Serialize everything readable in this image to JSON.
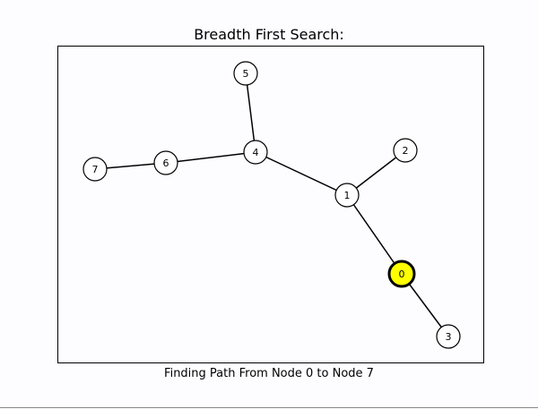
{
  "title": "Breadth First Search:",
  "caption": "Finding Path From Node 0 to Node 7",
  "colors": {
    "background": "#fdfcfe",
    "node_fill": "#ffffff",
    "node_stroke": "#000000",
    "highlight_fill": "#ffff00",
    "edge": "#000000"
  },
  "graph": {
    "nodes": [
      {
        "id": "0",
        "label": "0",
        "highlighted": true
      },
      {
        "id": "1",
        "label": "1",
        "highlighted": false
      },
      {
        "id": "2",
        "label": "2",
        "highlighted": false
      },
      {
        "id": "3",
        "label": "3",
        "highlighted": false
      },
      {
        "id": "4",
        "label": "4",
        "highlighted": false
      },
      {
        "id": "5",
        "label": "5",
        "highlighted": false
      },
      {
        "id": "6",
        "label": "6",
        "highlighted": false
      },
      {
        "id": "7",
        "label": "7",
        "highlighted": false
      }
    ],
    "edges": [
      [
        "0",
        "1"
      ],
      [
        "0",
        "3"
      ],
      [
        "1",
        "2"
      ],
      [
        "1",
        "4"
      ],
      [
        "4",
        "5"
      ],
      [
        "4",
        "6"
      ],
      [
        "6",
        "7"
      ]
    ]
  }
}
